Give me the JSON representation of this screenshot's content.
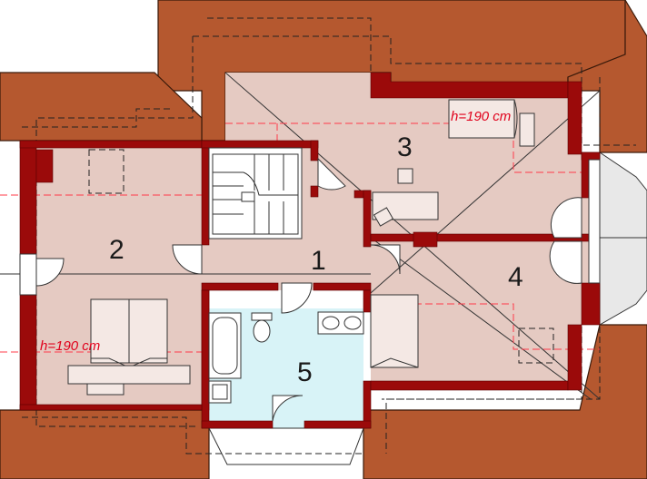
{
  "rooms": [
    {
      "id": "1",
      "label": "1"
    },
    {
      "id": "2",
      "label": "2"
    },
    {
      "id": "3",
      "label": "3"
    },
    {
      "id": "4",
      "label": "4"
    },
    {
      "id": "5",
      "label": "5"
    }
  ],
  "height_notes": {
    "room3": "h=190 cm",
    "room2": "h=190 cm"
  },
  "colors": {
    "roof": "#b5582f",
    "wall": "#9b0a0a",
    "floor": "#e5cac2",
    "bathroom": "#d8f3f7",
    "height_line": "#ff3b4a"
  }
}
